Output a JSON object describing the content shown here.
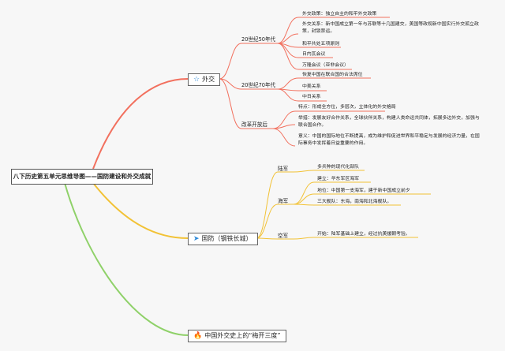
{
  "root": {
    "title": "八下历史第五单元思维导图——国防建设和外交成就"
  },
  "diplomacy": {
    "label": "外交",
    "icon": "star-icon",
    "sections": [
      {
        "label": "20世纪50年代",
        "items": [
          "外交政策：独立自主的和平外交政策",
          "外交关系：新中国成立第一年与苏联等十几国建交，美国等政视新中国实行外交孤立政策，封锁禁运。",
          "和平共处五项原则",
          "日内瓦会议",
          "万隆会议（亚非会议）"
        ]
      },
      {
        "label": "20世纪70年代",
        "items": [
          "恢复中国在联合国的合法席位",
          "中美关系",
          "中日关系"
        ]
      },
      {
        "label": "改革开放后",
        "items": [
          "特点：形成全方位，多层次，立体化的外交格局",
          "举措：发展友好合作关系，全球伙伴关系，构建人类命运共同体，拓展多边外交，加强与联合国合作。",
          "意义：中国的国际地位不断提高，成为维护和促进世界和平稳定与发展的经济力量，在国际事务中发挥着日益重要的作用。"
        ]
      }
    ]
  },
  "defense": {
    "label": "国防（钢铁长城）",
    "icon": "send-icon",
    "sections": [
      {
        "label": "陆军",
        "items": [
          "多兵种的现代化部队"
        ]
      },
      {
        "label": "海军",
        "items": [
          "建立：华东军区海军",
          "地位：中国第一支海军，建于新中国成立前夕",
          "三大舰队：东海，南海和北海舰队。"
        ]
      },
      {
        "label": "空军",
        "items": [
          "开始：陆军基础上建立，经过抗美援朝考验。"
        ]
      }
    ]
  },
  "history": {
    "label": "中国外交史上的“梅开三度”",
    "icon": "fire-icon"
  },
  "colors": {
    "diplomacy": "#f2705e",
    "defense": "#f2c236",
    "history": "#8fd169"
  }
}
